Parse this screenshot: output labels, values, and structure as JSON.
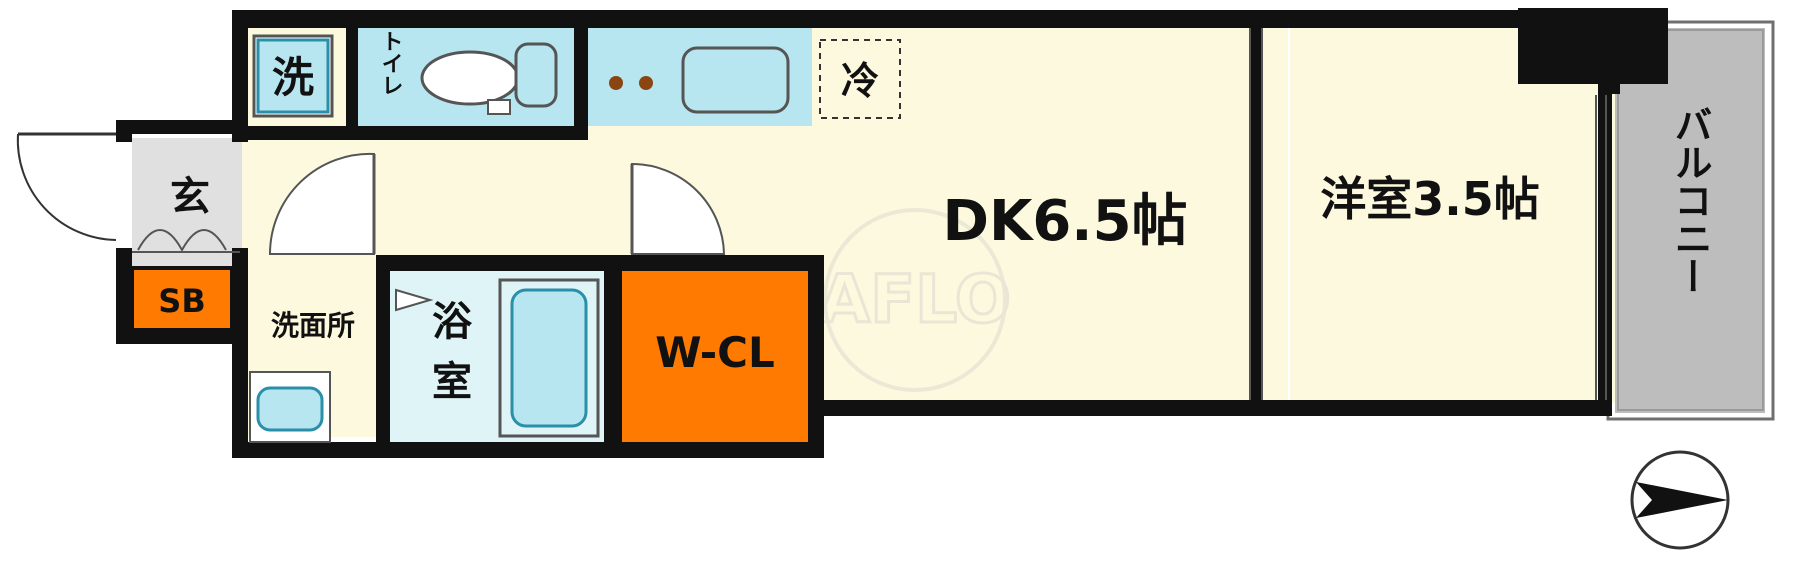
{
  "rooms": {
    "washer": "洗",
    "toilet": "トイレ",
    "fridge": "冷",
    "entrance": "玄",
    "shoe_box": "SB",
    "washroom": "洗面所",
    "bath_line1": "浴",
    "bath_line2": "室",
    "walk_in_closet": "W-CL",
    "dining_kitchen": "DK6.5帖",
    "western_room": "洋室3.5帖",
    "balcony": "バルコニー"
  },
  "watermark": "AFLO",
  "colors": {
    "floor": "#fdf9de",
    "wall": "#111111",
    "fixture": "#b7e6f0",
    "fixture_outline": "#2a8fa8",
    "closet": "#ff7a00",
    "balcony": "#bdbdbd",
    "entrance_floor": "#e0e0e0"
  },
  "compass": "north-arrow-pointing-right"
}
